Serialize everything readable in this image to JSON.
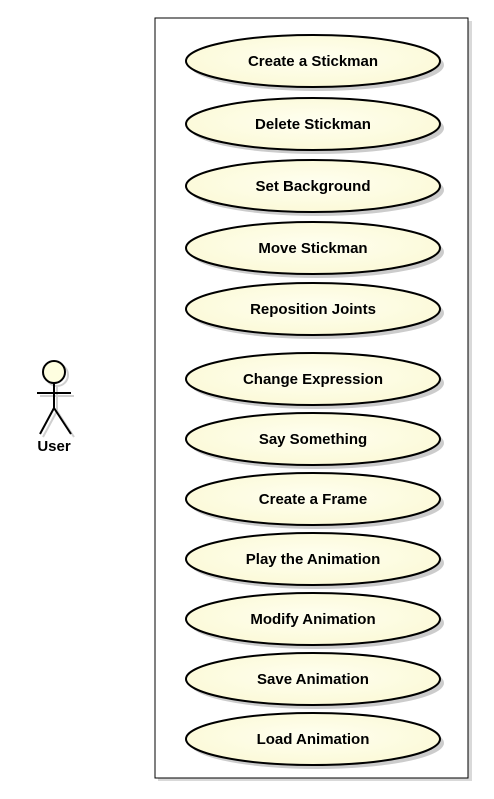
{
  "actor": {
    "name": "User"
  },
  "use_cases": [
    {
      "label": "Create a Stickman"
    },
    {
      "label": "Delete Stickman"
    },
    {
      "label": "Set Background"
    },
    {
      "label": "Move Stickman"
    },
    {
      "label": "Reposition Joints"
    },
    {
      "label": "Change Expression"
    },
    {
      "label": "Say Something"
    },
    {
      "label": "Create a Frame"
    },
    {
      "label": "Play the Animation"
    },
    {
      "label": "Modify Animation"
    },
    {
      "label": "Save Animation"
    },
    {
      "label": "Load Animation"
    }
  ],
  "colors": {
    "use_case_fill": "#fefee0",
    "stroke": "#000000",
    "shadow": "#c8c8c8",
    "boundary_stroke": "#000000"
  }
}
